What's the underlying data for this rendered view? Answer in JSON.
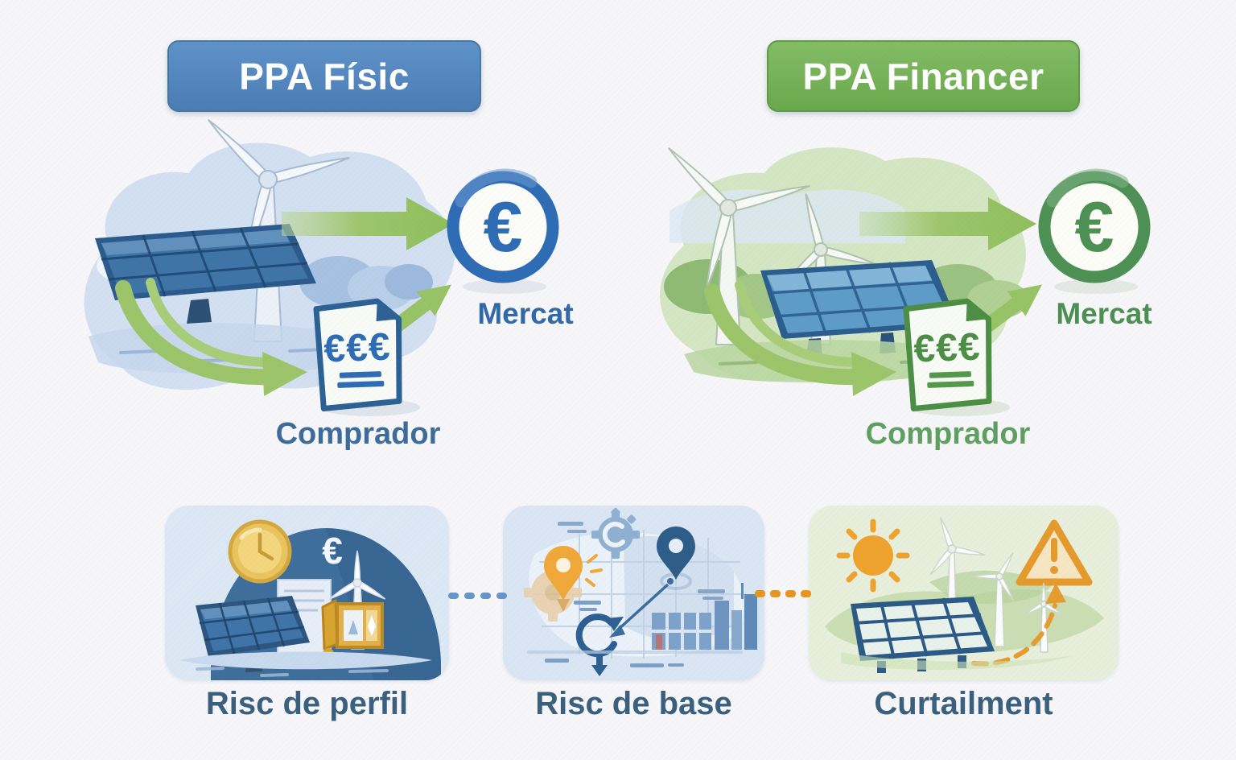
{
  "page": {
    "background": "#f7f7fa"
  },
  "physical": {
    "title": "PPA Físic",
    "market_symbol": "€",
    "market_label": "Mercat",
    "invoice_symbol": "€€€",
    "buyer_label": "Comprador",
    "accent": "#2e6cb4"
  },
  "financial": {
    "title": "PPA Financer",
    "market_symbol": "€",
    "market_label": "Mercat",
    "invoice_symbol": "€€€",
    "buyer_label": "Comprador",
    "accent": "#4d9054"
  },
  "risk_cards": [
    {
      "id": "profile-risk",
      "label": "Risc de perfil",
      "euro_symbol": "€"
    },
    {
      "id": "basis-risk",
      "label": "Risc de base"
    },
    {
      "id": "curtailment-risk",
      "label": "Curtailment"
    }
  ],
  "colors": {
    "badge_blue": "#4f83bd",
    "badge_green": "#79b45b",
    "arrow_green": "#97c365",
    "market_blue": "#2e6cb4",
    "market_green": "#4d9054",
    "mercat_text_blue": "#3169a8",
    "mercat_text_green": "#4c8f52",
    "comprador_text_blue": "#3d6b9a",
    "comprador_text_green": "#5f9f60",
    "risk_label": "#3a607e",
    "connector_blue": "#6795c9",
    "connector_orange": "#e8941f",
    "card1_bg": "#dde8f5",
    "card2_bg": "#dbe6f4",
    "card3_bg": "#e8f0dc"
  }
}
